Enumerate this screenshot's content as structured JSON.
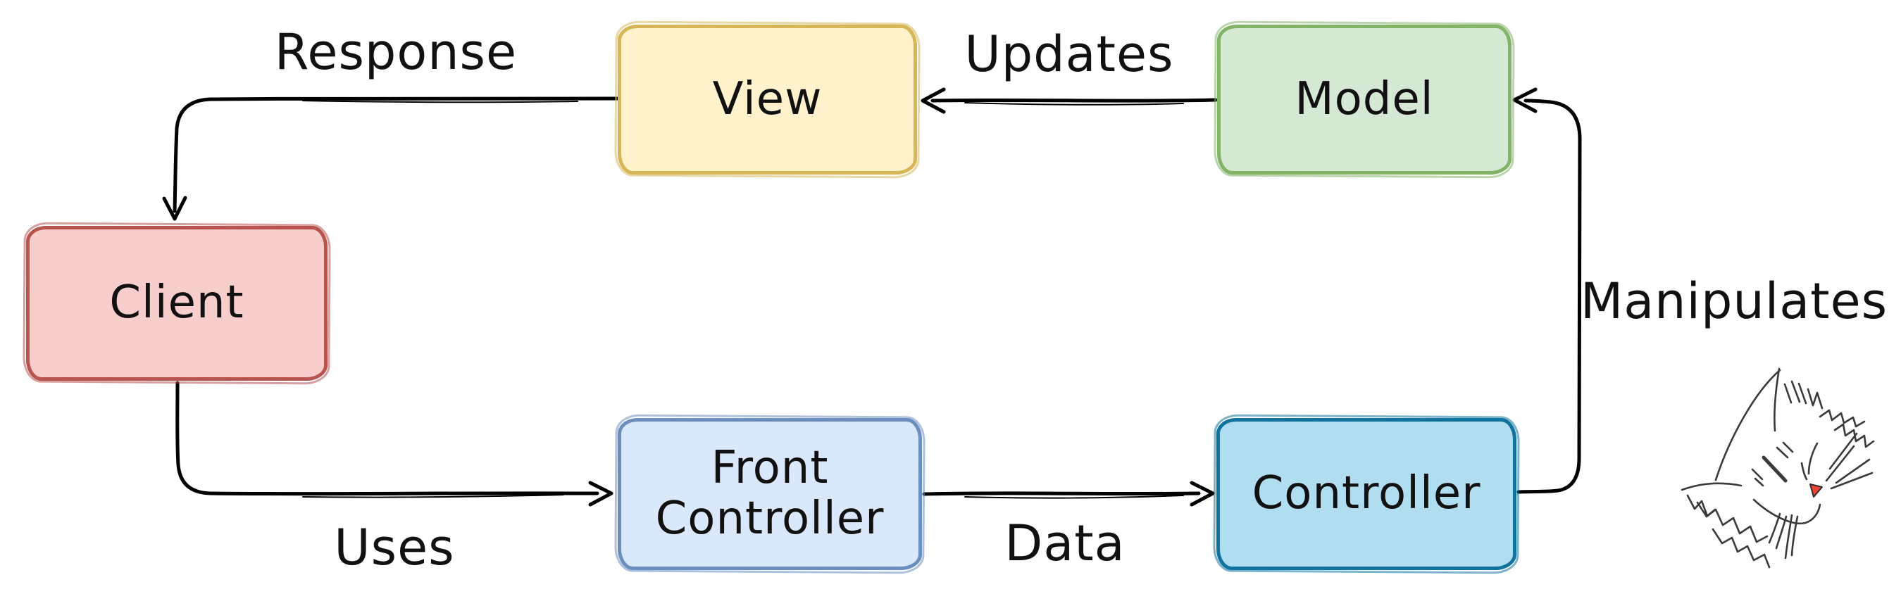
{
  "diagram": {
    "type": "flow-diagram",
    "subject": "MVC architecture flow",
    "nodes": [
      {
        "id": "client",
        "label": "Client",
        "fill": "#F8CECC",
        "stroke": "#B85450"
      },
      {
        "id": "view",
        "label": "View",
        "fill": "#FFF2CC",
        "stroke": "#D6B656"
      },
      {
        "id": "model",
        "label": "Model",
        "fill": "#D5E8D4",
        "stroke": "#82B366"
      },
      {
        "id": "front-controller",
        "label": "Front Controller",
        "fill": "#DAE8FC",
        "stroke": "#6C8EBF"
      },
      {
        "id": "controller",
        "label": "Controller",
        "fill": "#B1DDF0",
        "stroke": "#10739E"
      }
    ],
    "edges": [
      {
        "id": "response",
        "label": "Response",
        "from": "view",
        "to": "client"
      },
      {
        "id": "updates",
        "label": "Updates",
        "from": "model",
        "to": "view"
      },
      {
        "id": "manipulates",
        "label": "Manipulates",
        "from": "controller",
        "to": "model"
      },
      {
        "id": "uses",
        "label": "Uses",
        "from": "client",
        "to": "front-controller"
      },
      {
        "id": "data",
        "label": "Data",
        "from": "front-controller",
        "to": "controller"
      }
    ],
    "line_color": "#000000",
    "text_color": "#111111",
    "decoration": {
      "name": "cat-sketch",
      "stroke_color": "#3a3a3a",
      "nose_color": "#ee4136"
    }
  }
}
